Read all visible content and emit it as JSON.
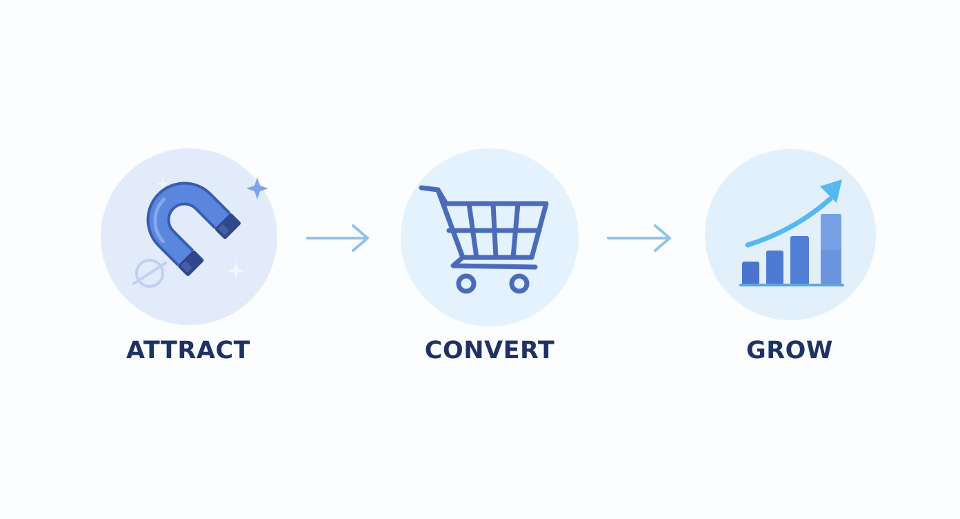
{
  "colors": {
    "background": "#fcfdfe",
    "label_text": "#1f3263",
    "circle_attract": "#e2ebfa",
    "circle_convert": "#e3f2fc",
    "circle_grow": "#e1f0fb",
    "arrow": "#8fc3ea",
    "icon_blue": "#4f79d4",
    "icon_dark": "#3a5cae",
    "cart_stroke": "#4b6bb8",
    "trend_arrow": "#55b8f0"
  },
  "steps": [
    {
      "label": "ATTRACT",
      "icon": "magnet-icon"
    },
    {
      "label": "CONVERT",
      "icon": "shopping-cart-icon"
    },
    {
      "label": "GROW",
      "icon": "growth-chart-icon"
    }
  ],
  "connectors": [
    {
      "icon": "arrow-right-icon"
    },
    {
      "icon": "arrow-right-icon"
    }
  ]
}
